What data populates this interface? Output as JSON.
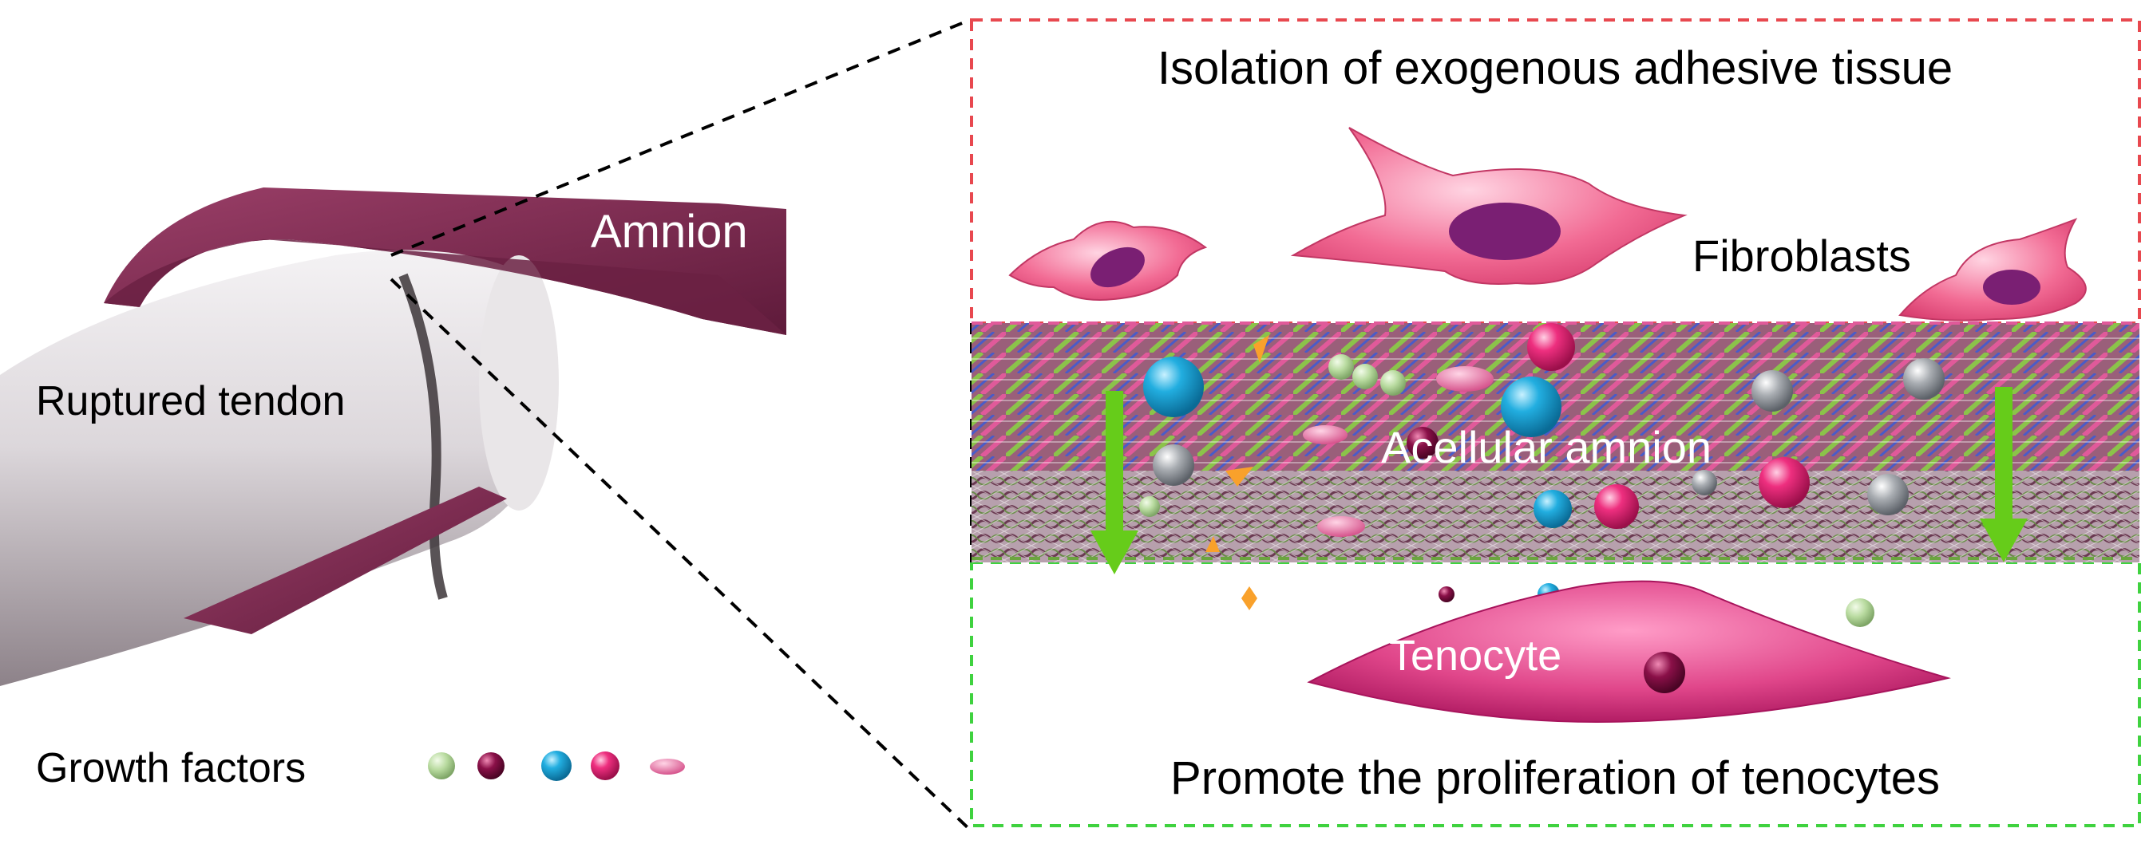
{
  "labels": {
    "amnion": "Amnion",
    "ruptured_tendon": "Ruptured tendon",
    "growth_factors": "Growth factors",
    "isolation_title": "Isolation of exogenous adhesive tissue",
    "fibroblasts": "Fibroblasts",
    "acellular_amnion": "Acellular amnion",
    "tenocyte": "Tenocyte",
    "promote_title": "Promote the proliferation of tenocytes"
  },
  "colors": {
    "red_dash": "#e8484f",
    "green_dash": "#3fd23f",
    "black_dash": "#000000",
    "amnion_sheet": "#7a2a4f",
    "tendon": "#d9d5d8",
    "fibroblast": "#f26b94",
    "nucleus": "#7a1f73",
    "tenocyte": "#e0468a",
    "arrow": "#66cc1a",
    "gf_green": "#b9dba0",
    "gf_maroon": "#8a1048",
    "gf_cyan": "#22aee0",
    "gf_pink": "#ee2f7f",
    "gf_rose": "#e86aa0"
  },
  "legend_items": [
    "gf_green",
    "gf_maroon",
    "gf_cyan",
    "gf_pink",
    "gf_rose"
  ]
}
